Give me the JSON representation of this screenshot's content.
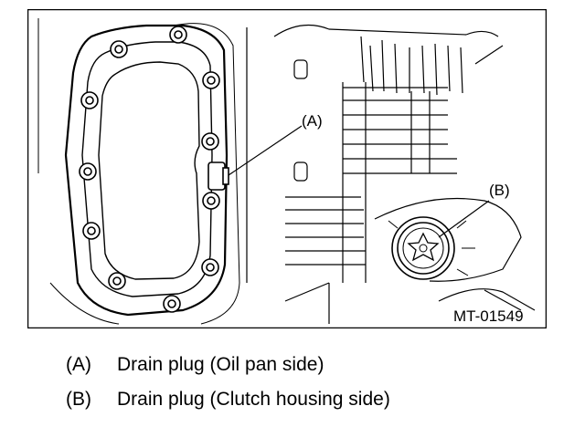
{
  "figure": {
    "callout_a": "(A)",
    "callout_b": "(B)",
    "figure_id": "MT-01549"
  },
  "legend": [
    {
      "key": "(A)",
      "text": "Drain plug (Oil pan side)"
    },
    {
      "key": "(B)",
      "text": "Drain plug (Clutch housing side)"
    }
  ]
}
